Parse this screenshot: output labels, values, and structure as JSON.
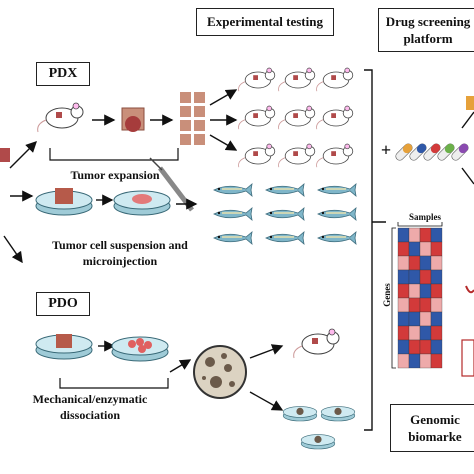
{
  "headers": {
    "experimental": "Experimental testing",
    "drug": "Drug screening\nplatform",
    "genomic": "Genomic\nbiomarke"
  },
  "labels": {
    "pdx": "PDX",
    "pdo": "PDO",
    "tumor_expansion": "Tumor expansion",
    "suspension_line1": "Tumor cell suspension and",
    "suspension_line2": "microinjection",
    "mech_line1": "Mechanical/enzymatic",
    "mech_line2": "dissociation",
    "plus": "+",
    "samples": "Samples",
    "genes": "Genes"
  },
  "colors": {
    "arrow": "#111111",
    "mouse_fill": "#ffffff",
    "tumor": "#b04a4a",
    "dish": "#b8dfe9",
    "fish": "#7fb6c9",
    "heat_red": "#d23a3a",
    "heat_blue": "#2f58a8",
    "heat_light": "#eeaaaa"
  },
  "icons": [
    "mouse-icon",
    "tumor-tissue-icon",
    "petri-dish-icon",
    "syringe-icon",
    "zebrafish-icon",
    "drug-capsule-icon",
    "heatmap-icon",
    "microscope-view-icon"
  ]
}
